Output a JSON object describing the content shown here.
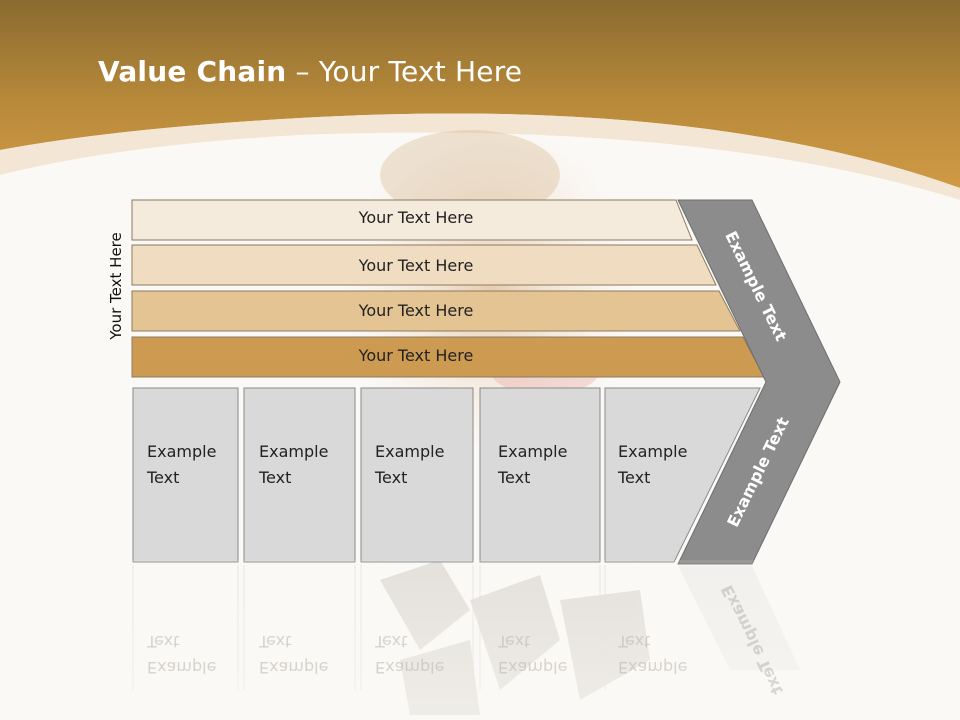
{
  "slide": {
    "title_bold": "Value Chain",
    "title_rest": " – Your Text Here",
    "side_label": "Your Text Here",
    "bars": [
      {
        "label": "Your Text Here"
      },
      {
        "label": "Your Text Here"
      },
      {
        "label": "Your Text Here"
      },
      {
        "label": "Your Text Here"
      }
    ],
    "boxes": [
      {
        "line1": "Example",
        "line2": "Text"
      },
      {
        "line1": "Example",
        "line2": "Text"
      },
      {
        "line1": "Example",
        "line2": "Text"
      },
      {
        "line1": "Example",
        "line2": "Text"
      },
      {
        "line1": "Example",
        "line2": "Text"
      }
    ],
    "chevron_upper": "Example Text",
    "chevron_lower": "Example Text"
  },
  "colors": {
    "header_brown": "#b88a3a",
    "bar1": "#f5ebdd",
    "bar2": "#f0dcc1",
    "bar3": "#e3c492",
    "bar4": "#cc9a50",
    "box_gray": "#d9d9d9",
    "chevron_gray": "#8c8c8c"
  }
}
